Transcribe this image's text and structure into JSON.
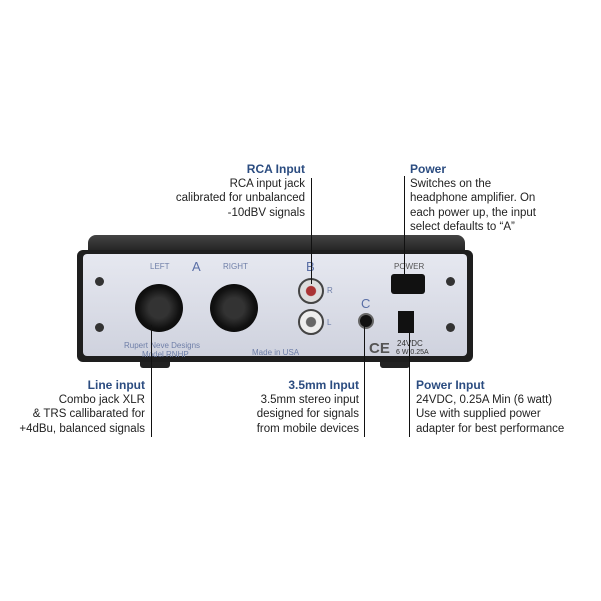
{
  "callouts": {
    "rca": {
      "title": "RCA Input",
      "lines": [
        "RCA input jack",
        "calibrated for unbalanced",
        "-10dBV signals"
      ]
    },
    "power": {
      "title": "Power",
      "lines": [
        "Switches on the",
        "headphone amplifier. On",
        "each power up, the input",
        "select defaults to “A”"
      ]
    },
    "line": {
      "title": "Line input",
      "lines": [
        "Combo jack XLR",
        "& TRS callibarated for",
        "+4dBu, balanced signals"
      ]
    },
    "mini": {
      "title": "3.5mm  Input",
      "lines": [
        "3.5mm stereo input",
        "designed for signals",
        "from mobile devices"
      ]
    },
    "powerin": {
      "title": "Power Input",
      "lines": [
        "24VDC, 0.25A Min (6 watt)",
        "Use with supplied power",
        "adapter for best performance"
      ]
    }
  },
  "panel": {
    "left": "LEFT",
    "a": "A",
    "right": "RIGHT",
    "b": "B",
    "r": "R",
    "l": "L",
    "c": "C",
    "power": "POWER",
    "brand": "Rupert Neve Designs",
    "model": "Model RNHP",
    "made": "Made in USA",
    "ce": "CE",
    "volt": "24VDC",
    "watt": "6 W  0.25A"
  }
}
